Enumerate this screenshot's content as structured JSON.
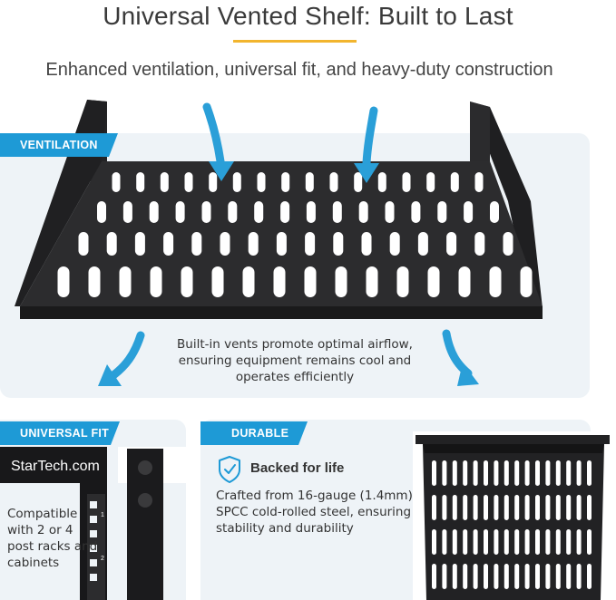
{
  "header": {
    "title": "Universal Vented Shelf: Built to Last",
    "subtitle": "Enhanced ventilation, universal fit, and heavy-duty construction",
    "accent_color": "#f2b52e"
  },
  "ventilation": {
    "badge": "VENTILATION",
    "description": "Built-in vents promote optimal airflow, ensuring equipment remains cool and operates efficiently",
    "arrow_color": "#2a9fd8",
    "panel_color": "#eef3f7"
  },
  "universal_fit": {
    "badge": "UNIVERSAL FIT",
    "brand": "StarTech.com",
    "description": "Compatible with 2 or 4 post racks and cabinets",
    "rack_numbers": [
      "1",
      "2"
    ]
  },
  "durable": {
    "badge": "DURABLE",
    "icon": "shield-check-icon",
    "heading": "Backed for life",
    "description": "Crafted from 16-gauge (1.4mm) SPCC cold-rolled steel, ensuring stability and durability"
  },
  "colors": {
    "badge": "#1e9ad6",
    "shelf": "#2a2a2c"
  }
}
